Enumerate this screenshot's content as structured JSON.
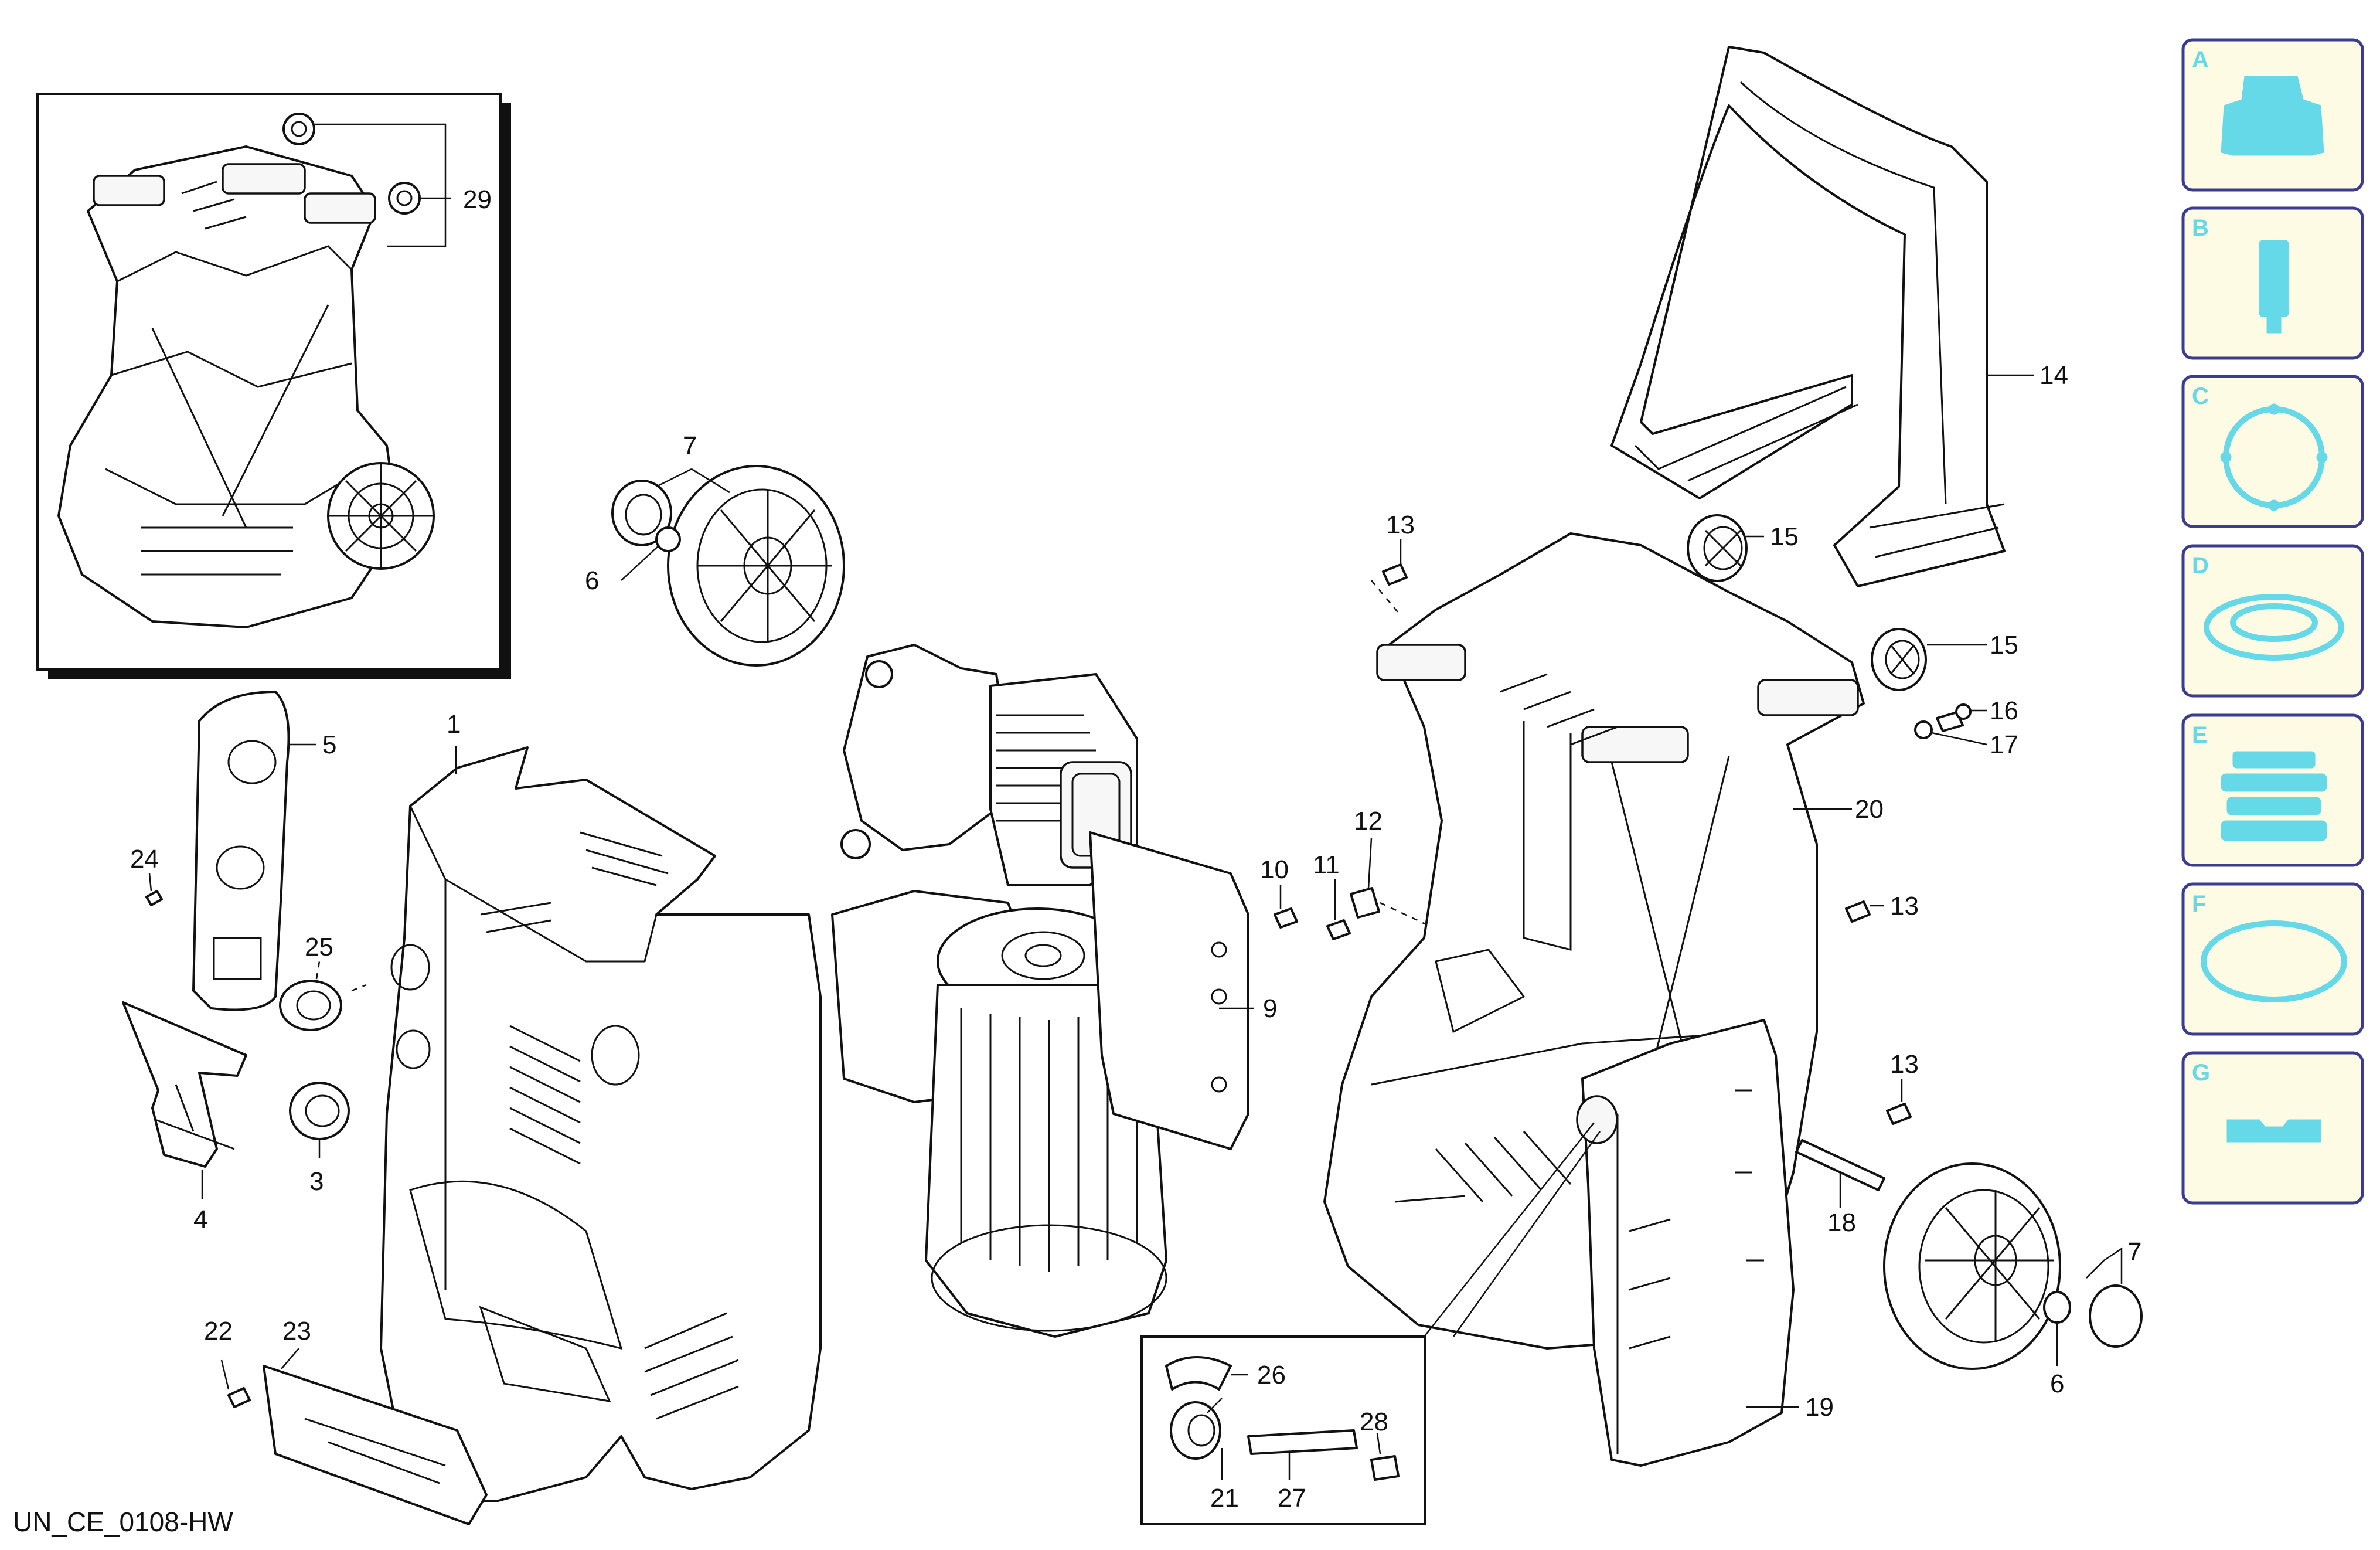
{
  "diagram": {
    "footer_code": "UN_CE_0108-HW",
    "callouts": [
      {
        "id": "c29",
        "label": "29"
      },
      {
        "id": "c7a",
        "label": "7"
      },
      {
        "id": "c6a",
        "label": "6"
      },
      {
        "id": "c5",
        "label": "5"
      },
      {
        "id": "c1",
        "label": "1"
      },
      {
        "id": "c24",
        "label": "24"
      },
      {
        "id": "c25",
        "label": "25"
      },
      {
        "id": "c3",
        "label": "3"
      },
      {
        "id": "c4",
        "label": "4"
      },
      {
        "id": "c22",
        "label": "22"
      },
      {
        "id": "c23",
        "label": "23"
      },
      {
        "id": "c10",
        "label": "10"
      },
      {
        "id": "c9",
        "label": "9"
      },
      {
        "id": "c11",
        "label": "11"
      },
      {
        "id": "c12",
        "label": "12"
      },
      {
        "id": "c13a",
        "label": "13"
      },
      {
        "id": "c13b",
        "label": "13"
      },
      {
        "id": "c13c",
        "label": "13"
      },
      {
        "id": "c14",
        "label": "14"
      },
      {
        "id": "c15a",
        "label": "15"
      },
      {
        "id": "c15b",
        "label": "15"
      },
      {
        "id": "c16",
        "label": "16"
      },
      {
        "id": "c17",
        "label": "17"
      },
      {
        "id": "c20",
        "label": "20"
      },
      {
        "id": "c18",
        "label": "18"
      },
      {
        "id": "c7b",
        "label": "7"
      },
      {
        "id": "c6b",
        "label": "6"
      },
      {
        "id": "c19",
        "label": "19"
      },
      {
        "id": "c26",
        "label": "26"
      },
      {
        "id": "c21",
        "label": "21"
      },
      {
        "id": "c27",
        "label": "27"
      },
      {
        "id": "c28",
        "label": "28"
      }
    ]
  },
  "category_tabs": [
    {
      "letter": "A",
      "icon": "nozzle-icon"
    },
    {
      "letter": "B",
      "icon": "cylinder-icon"
    },
    {
      "letter": "C",
      "icon": "gasket-ring-icon"
    },
    {
      "letter": "D",
      "icon": "washer-icon"
    },
    {
      "letter": "E",
      "icon": "bellows-icon"
    },
    {
      "letter": "F",
      "icon": "o-ring-icon"
    },
    {
      "letter": "G",
      "icon": "base-plate-icon"
    }
  ],
  "colors": {
    "tab_border": "#3b3b8f",
    "tab_fill": "#fdfbe3",
    "tab_icon": "#66d9e8",
    "line_art": "#111111"
  }
}
